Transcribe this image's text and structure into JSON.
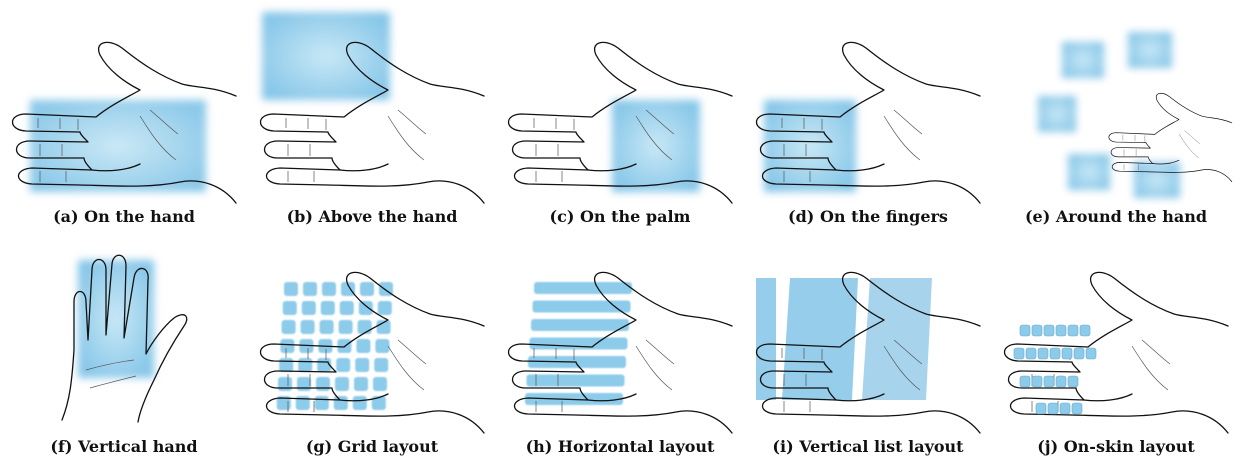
{
  "panels": [
    {
      "caption": "(a) On the hand"
    },
    {
      "caption": "(b) Above the hand"
    },
    {
      "caption": "(c) On the palm"
    },
    {
      "caption": "(d) On the fingers"
    },
    {
      "caption": "(e) Around the hand"
    },
    {
      "caption": "(f) Vertical hand"
    },
    {
      "caption": "(g) Grid layout"
    },
    {
      "caption": "(h) Horizontal layout"
    },
    {
      "caption": "(i) Vertical list layout"
    },
    {
      "caption": "(j) On-skin layout"
    }
  ],
  "colors": {
    "panel_fill": "#8ccbea",
    "panel_center": "#c4e6f5",
    "hand_stroke": "#111111"
  }
}
